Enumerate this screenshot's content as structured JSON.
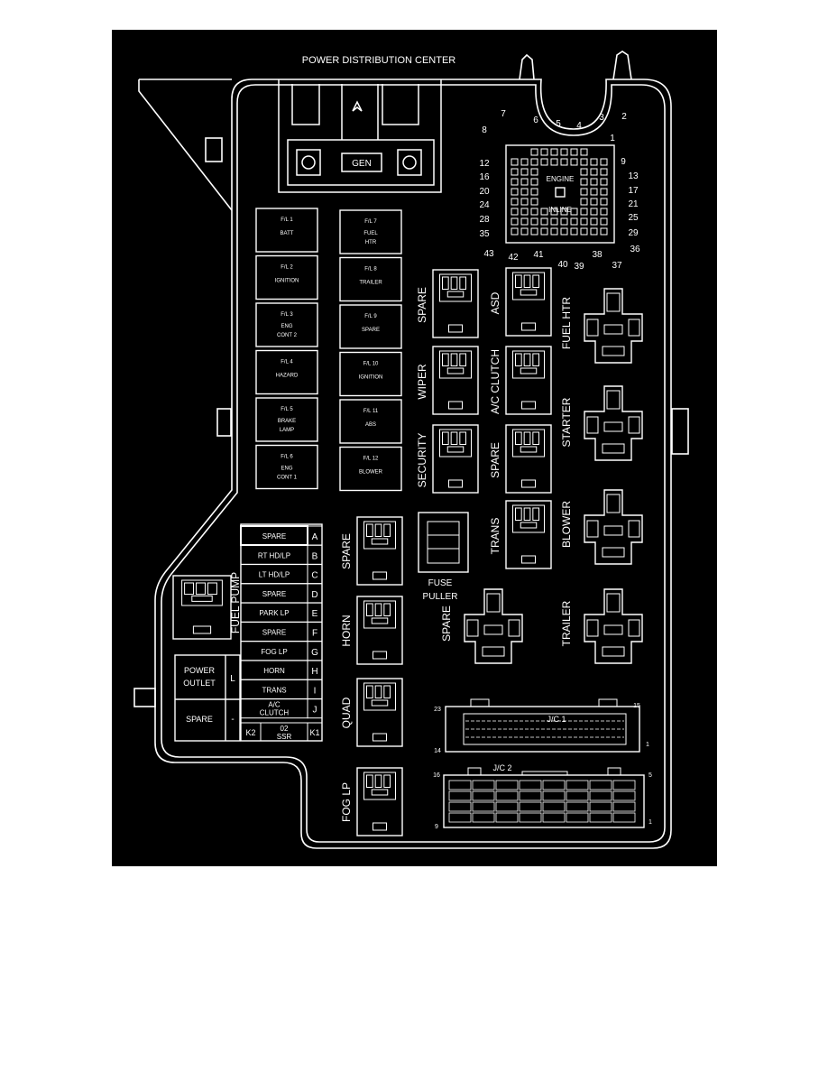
{
  "title": "POWER DISTRIBUTION CENTER",
  "gen_label": "GEN",
  "fusible_links": [
    {
      "id": "F/L 1",
      "name": "BATT"
    },
    {
      "id": "F/L 2",
      "name": "IGNITION"
    },
    {
      "id": "F/L 3",
      "name": "ENG CONT 2"
    },
    {
      "id": "F/L 4",
      "name": "HAZARD"
    },
    {
      "id": "F/L 5",
      "name": "BRAKE LAMP"
    },
    {
      "id": "F/L 6",
      "name": "ENG CONT 1"
    },
    {
      "id": "F/L 7",
      "name": "FUEL HTR"
    },
    {
      "id": "F/L 8",
      "name": "TRAILER"
    },
    {
      "id": "F/L 9",
      "name": "SPARE"
    },
    {
      "id": "F/L 10",
      "name": "IGNITION"
    },
    {
      "id": "F/L 11",
      "name": "ABS"
    },
    {
      "id": "F/L 12",
      "name": "BLOWER"
    }
  ],
  "connector": {
    "engine_label": "ENGINE",
    "inline_label": "INLINE",
    "pins": [
      "1",
      "2",
      "3",
      "4",
      "5",
      "6",
      "7",
      "8",
      "9",
      "12",
      "13",
      "16",
      "17",
      "20",
      "21",
      "24",
      "25",
      "28",
      "29",
      "35",
      "36",
      "37",
      "38",
      "39",
      "40",
      "41",
      "42",
      "43"
    ]
  },
  "fuses": [
    {
      "name": "SPARE",
      "letter": "A"
    },
    {
      "name": "RT HD/LP",
      "letter": "B"
    },
    {
      "name": "LT HD/LP",
      "letter": "C"
    },
    {
      "name": "SPARE",
      "letter": "D"
    },
    {
      "name": "PARK LP",
      "letter": "E"
    },
    {
      "name": "SPARE",
      "letter": "F"
    },
    {
      "name": "FOG LP",
      "letter": "G"
    },
    {
      "name": "HORN",
      "letter": "H"
    },
    {
      "name": "TRANS",
      "letter": "I"
    },
    {
      "name": "A/C CLUTCH",
      "letter": "J"
    }
  ],
  "bottom_relay_row": [
    "K2",
    "02 SSR",
    "K1"
  ],
  "power_outlet": {
    "label": "POWER OUTLET",
    "letter": "L",
    "spare_label": "SPARE",
    "spare_letter": "-"
  },
  "mini_relays": [
    {
      "label": "FUEL PUMP"
    },
    {
      "label": "SPARE"
    },
    {
      "label": "HORN"
    },
    {
      "label": "QUAD"
    },
    {
      "label": "FOG LP"
    },
    {
      "label": "SPARE"
    },
    {
      "label": "WIPER"
    },
    {
      "label": "SECURITY"
    },
    {
      "label": "ASD"
    },
    {
      "label": "A/C CLUTCH"
    },
    {
      "label": "SPARE"
    },
    {
      "label": "TRANS"
    }
  ],
  "large_relays": [
    {
      "label": "FUEL HTR"
    },
    {
      "label": "STARTER"
    },
    {
      "label": "BLOWER"
    },
    {
      "label": "TRAILER"
    },
    {
      "label": "SPARE"
    }
  ],
  "fuse_puller_label": "FUSE PULLER",
  "jc1": {
    "label": "J/C 1",
    "pins": [
      "23",
      "15",
      "14",
      "1"
    ]
  },
  "jc2": {
    "label": "J/C 2",
    "pins": [
      "16",
      "5",
      "9",
      "1"
    ]
  }
}
